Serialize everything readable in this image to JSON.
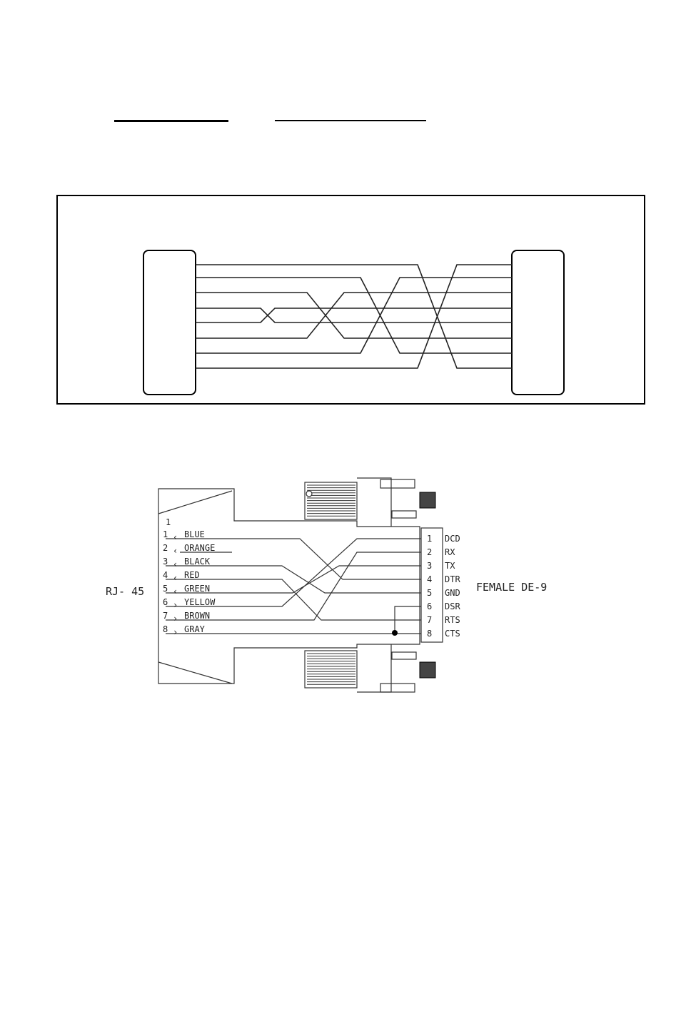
{
  "diagram": {
    "left_connector_label": "RJ- 45",
    "right_connector_label": "FEMALE DE-9",
    "rj45_pins": [
      {
        "num": "1",
        "color": "BLUE"
      },
      {
        "num": "2",
        "color": "ORANGE"
      },
      {
        "num": "3",
        "color": "BLACK"
      },
      {
        "num": "4",
        "color": "RED"
      },
      {
        "num": "5",
        "color": "GREEN"
      },
      {
        "num": "6",
        "color": "YELLOW"
      },
      {
        "num": "7",
        "color": "BROWN"
      },
      {
        "num": "8",
        "color": "GRAY"
      }
    ],
    "de9_pins": [
      {
        "num": "1",
        "signal": "DCD"
      },
      {
        "num": "2",
        "signal": "RX"
      },
      {
        "num": "3",
        "signal": "TX"
      },
      {
        "num": "4",
        "signal": "DTR"
      },
      {
        "num": "5",
        "signal": "GND"
      },
      {
        "num": "6",
        "signal": "DSR"
      },
      {
        "num": "7",
        "signal": "RTS"
      },
      {
        "num": "8",
        "signal": "CTS"
      }
    ],
    "pin_one_marker": "1"
  }
}
